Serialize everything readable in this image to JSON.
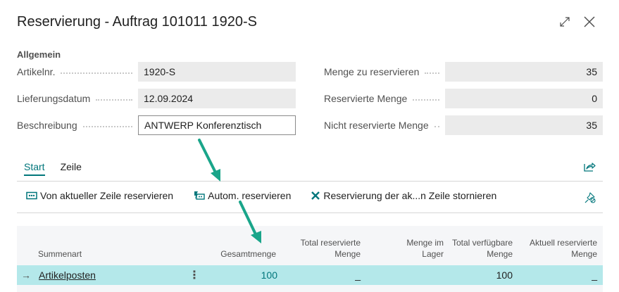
{
  "dialog": {
    "title": "Reservierung - Auftrag 101011 1920-S",
    "expand_icon": "expand-icon",
    "close_icon": "close-icon"
  },
  "general": {
    "section_title": "Allgemein",
    "left_fields": [
      {
        "label": "Artikelnr.",
        "value": "1920-S",
        "editable": false
      },
      {
        "label": "Lieferungsdatum",
        "value": "12.09.2024",
        "editable": false
      },
      {
        "label": "Beschreibung",
        "value": "ANTWERP Konferenztisch",
        "editable": true
      }
    ],
    "right_fields": [
      {
        "label": "Menge zu reservieren",
        "value": "35"
      },
      {
        "label": "Reservierte Menge",
        "value": "0"
      },
      {
        "label": "Nicht reservierte Menge",
        "value": "35"
      }
    ]
  },
  "tabs": [
    {
      "label": "Start",
      "active": true
    },
    {
      "label": "Zeile",
      "active": false
    }
  ],
  "share_icon": "share-icon",
  "actions": [
    {
      "label": "Von aktueller Zeile reservieren",
      "icon": "reserve-line-icon"
    },
    {
      "label": "Autom. reservieren",
      "icon": "auto-reserve-icon"
    },
    {
      "label": "Reservierung der ak...n Zeile stornieren",
      "icon": "cancel-x-icon"
    }
  ],
  "pin_icon": "unpin-icon",
  "grid": {
    "columns": [
      {
        "label": "Summenart",
        "line2": ""
      },
      {
        "label": "Gesamtmenge",
        "line2": ""
      },
      {
        "label": "Total reservierte",
        "line2": "Menge"
      },
      {
        "label": "Menge im",
        "line2": "Lager"
      },
      {
        "label": "Total verfügbare",
        "line2": "Menge"
      },
      {
        "label": "Aktuell reservierte",
        "line2": "Menge"
      }
    ],
    "rows": [
      {
        "summenart": "Artikelposten",
        "gesamtmenge": "100",
        "total_reservierte_menge": "_",
        "menge_im_lager": "",
        "total_verfuegbare_menge": "100",
        "aktuell_reservierte_menge": "_"
      }
    ]
  },
  "colors": {
    "accent": "#00767b",
    "selected_row": "#b4e8ea",
    "readonly_field": "#ebebeb",
    "annotation_arrow": "#1aa58a"
  }
}
